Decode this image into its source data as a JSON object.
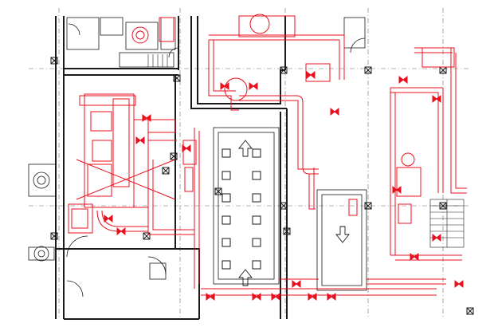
{
  "colors": {
    "background": "#ffffff",
    "architecture": "#1a1a1a",
    "grid": "#6a6a6a",
    "mep": "#e8101e",
    "mep_fill": "#e8101e"
  },
  "icons": {
    "flow_arrow": "arrow-up-outline",
    "column": "square-outline",
    "equipment": "circle-outline",
    "valve": "bowtie-fill"
  }
}
